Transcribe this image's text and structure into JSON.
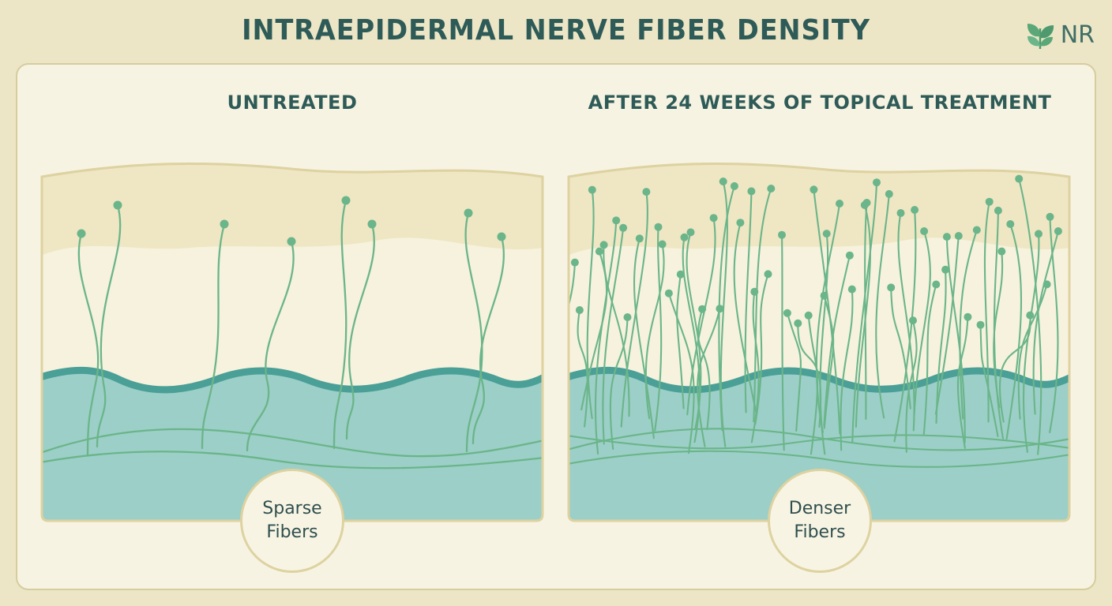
{
  "header": {
    "title": "INTRAEPIDERMAL NERVE FIBER DENSITY",
    "logo_text": "NR",
    "logo_icon": "leaf-icon"
  },
  "panels": [
    {
      "title": "UNTREATED",
      "badge_line1": "Sparse",
      "badge_line2": "Fibers",
      "fiber_density": "sparse"
    },
    {
      "title": "AFTER 24 WEEKS OF TOPICAL TREATMENT",
      "badge_line1": "Denser",
      "badge_line2": "Fibers",
      "fiber_density": "dense"
    }
  ],
  "colors": {
    "title": "#2e5b57",
    "fiber": "#6bb58a",
    "dermis": "#9ccfc7",
    "basement_membrane": "#4a9f97",
    "stratum_corneum": "#efe6c3",
    "epidermis": "#f6f2dd",
    "border": "#ddd2a0"
  }
}
